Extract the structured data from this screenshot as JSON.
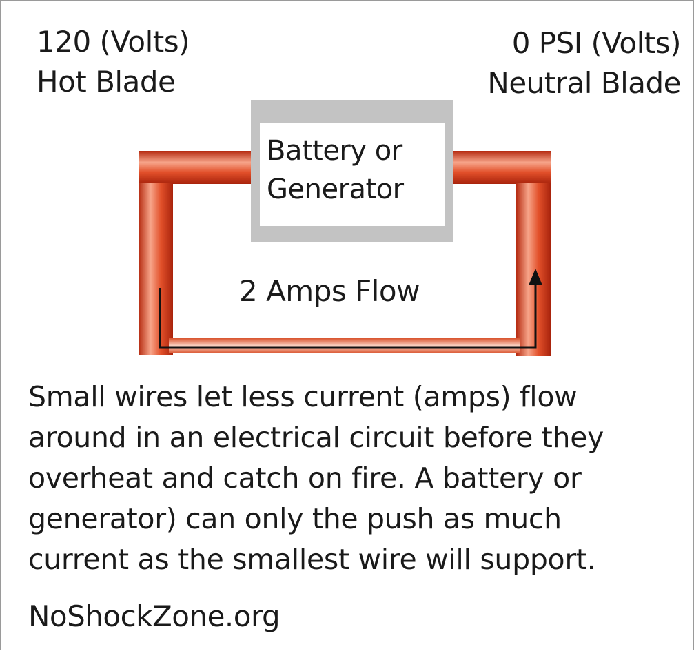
{
  "hot_terminal": {
    "line1": "120 (Volts)",
    "line2": "Hot Blade"
  },
  "neutral_terminal": {
    "line1": "0 PSI (Volts)",
    "line2": "Neutral Blade"
  },
  "source_box": {
    "line1": "Battery or",
    "line2": "Generator"
  },
  "flow_label": "2 Amps Flow",
  "caption": {
    "line1": "Small wires let less current (amps) flow",
    "line2": "around in an electrical circuit before they",
    "line3": "overheat and catch on fire. A battery or",
    "line4": "generator) can only the push as much",
    "line5": "current as the smallest wire will support."
  },
  "website": "NoShockZone.org",
  "colors": {
    "wire_dark": "#b52a10",
    "wire_mid": "#e2502a",
    "wire_light": "#f7a58a",
    "box_border": "#c3c3c3",
    "arrow": "#111111"
  }
}
